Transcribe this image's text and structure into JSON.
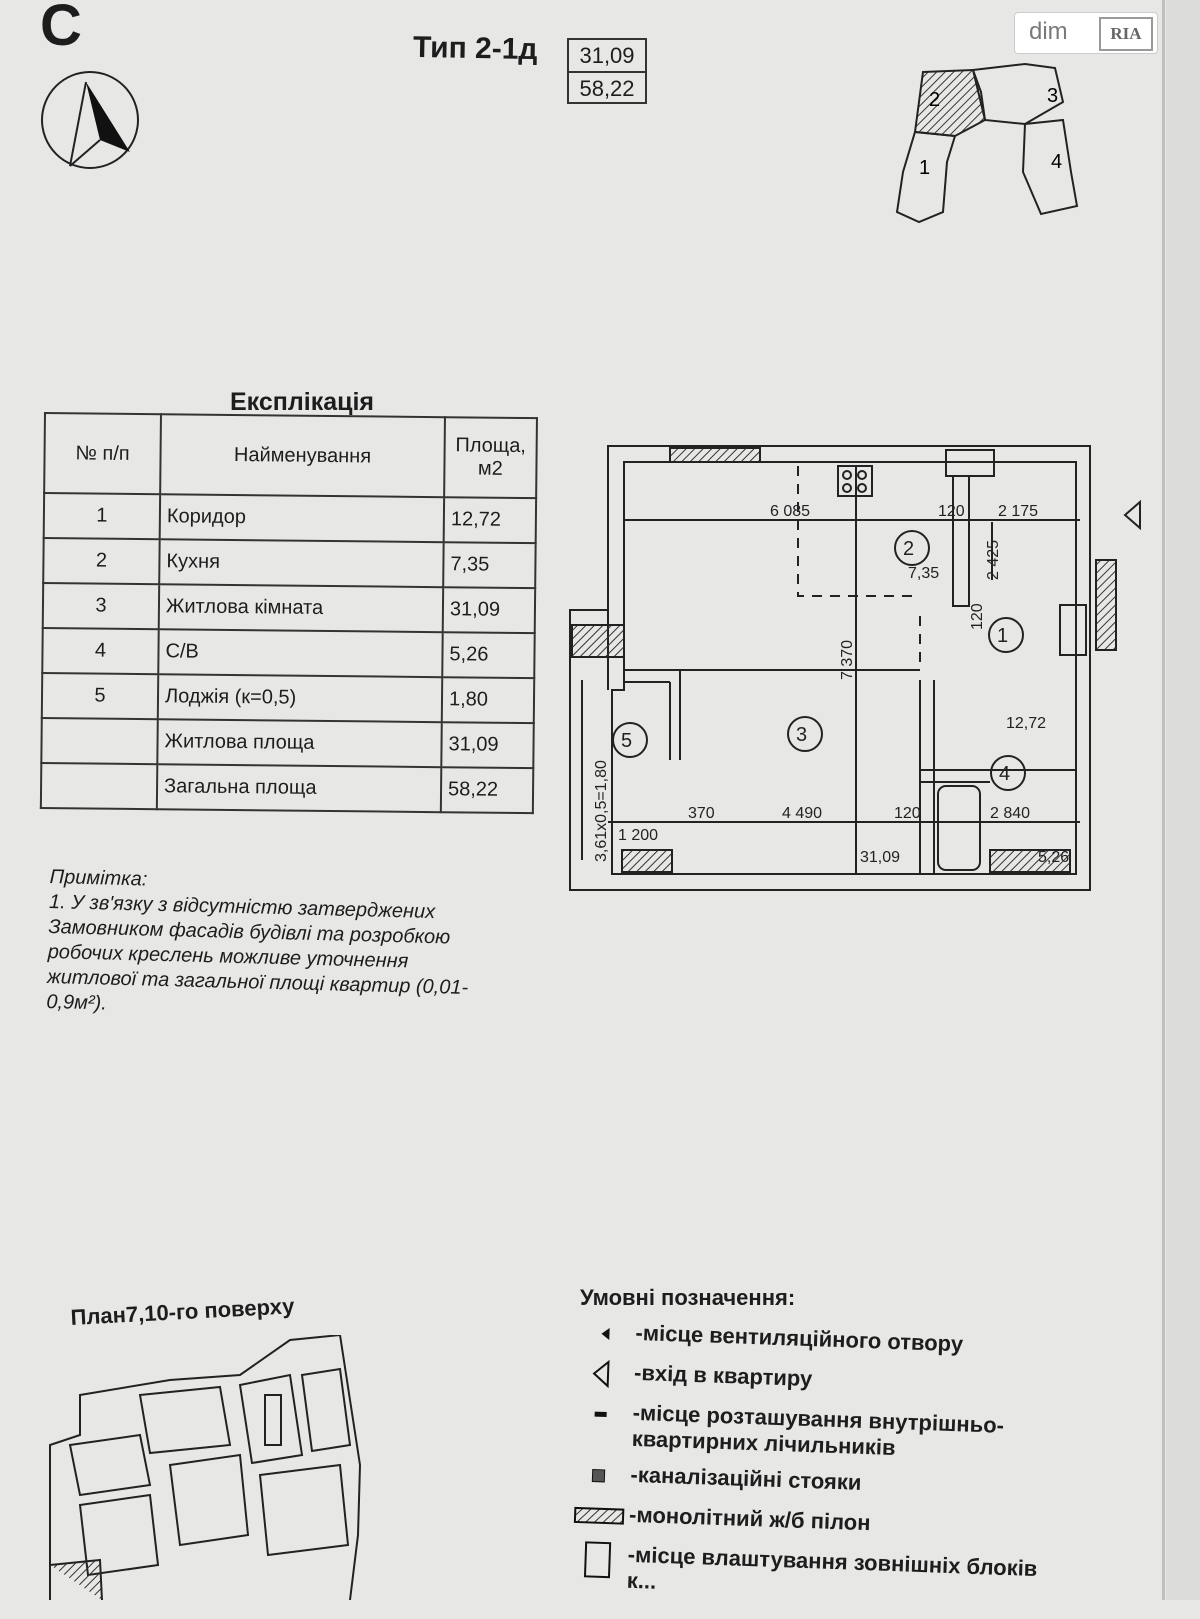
{
  "header": {
    "letter": "С",
    "type_title": "Тип 2-1д",
    "living_area": "31,09",
    "total_area": "58,22",
    "logo_text": "dim",
    "logo_badge": "RIA"
  },
  "key_plan": {
    "sections": [
      "1",
      "2",
      "3",
      "4"
    ]
  },
  "explication": {
    "title": "Експлікація",
    "headers": {
      "num": "№ п/п",
      "name": "Найменування",
      "area": "Площа, м2"
    },
    "rows": [
      {
        "num": "1",
        "name": "Коридор",
        "area": "12,72"
      },
      {
        "num": "2",
        "name": "Кухня",
        "area": "7,35"
      },
      {
        "num": "3",
        "name": "Житлова кімната",
        "area": "31,09"
      },
      {
        "num": "4",
        "name": "С/В",
        "area": "5,26"
      },
      {
        "num": "5",
        "name": "Лоджія (к=0,5)",
        "area": "1,80"
      },
      {
        "num": "",
        "name": "Житлова площа",
        "area": "31,09"
      },
      {
        "num": "",
        "name": "Загальна площа",
        "area": "58,22"
      }
    ]
  },
  "note": {
    "title": "Примітка:",
    "lines": [
      "1. У зв'язку з відсутністю затверджених",
      "Замовником фасадів будівлі та розробкою",
      "робочих креслень можливе уточнення",
      "житлової та загальної площі квартир (0,01-",
      "0,9м²)."
    ]
  },
  "floor_plan": {
    "dims": {
      "d6085": "6 085",
      "d120a": "120",
      "d2175": "2 175",
      "d2425": "2 425",
      "d120b": "120",
      "d7370": "7 370",
      "d370": "370",
      "d4490": "4 490",
      "d120c": "120",
      "d2840": "2 840",
      "d1200": "1 200",
      "loggia_calc": "3,61х0,5=1,80"
    },
    "rooms": [
      {
        "num": "1",
        "area": "12,72"
      },
      {
        "num": "2",
        "area": "7,35"
      },
      {
        "num": "3",
        "area": "31,09"
      },
      {
        "num": "4",
        "area": "5,26"
      },
      {
        "num": "5",
        "area": ""
      }
    ]
  },
  "floor_title": "План7,10-го поверху",
  "legend": {
    "title": "Умовні позначення:",
    "items": [
      {
        "icon": "vent-triangle-icon",
        "text": "-місце вентиляційного отвору"
      },
      {
        "icon": "entrance-triangle-icon",
        "text": "-вхід в квартиру"
      },
      {
        "icon": "meter-dash-icon",
        "text": "-місце розташування внутрішньо- квартирних лічильників"
      },
      {
        "icon": "sewer-riser-icon",
        "text": "-каналізаційні стояки"
      },
      {
        "icon": "hatched-pylon-icon",
        "text": "-монолітний ж/б пілон"
      },
      {
        "icon": "outdoor-unit-box-icon",
        "text": "-місце влаштування зовнішніх блоків к..."
      }
    ]
  }
}
